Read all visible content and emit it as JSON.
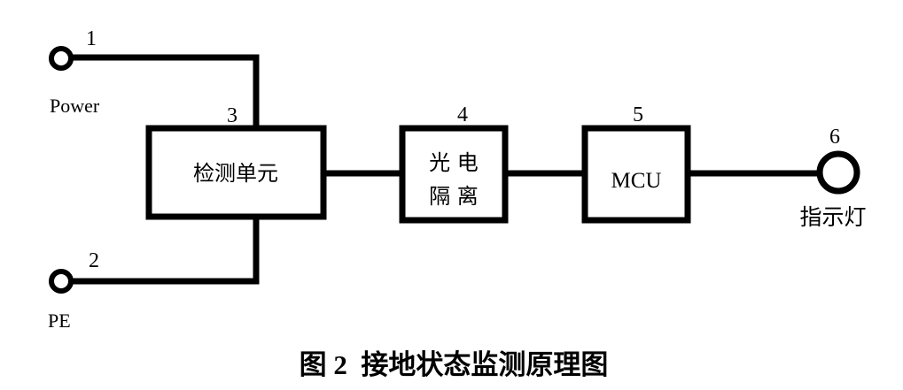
{
  "terminals": {
    "power": {
      "number": "1",
      "label": "Power"
    },
    "pe": {
      "number": "2",
      "label": "PE"
    },
    "indicator": {
      "number": "6",
      "label": "指示灯"
    }
  },
  "blocks": {
    "detection": {
      "number": "3",
      "label": "检测单元"
    },
    "optocoupler": {
      "number": "4",
      "line1": "光 电",
      "line2": "隔 离"
    },
    "mcu": {
      "number": "5",
      "label": "MCU"
    }
  },
  "caption": "图 2  接地状态监测原理图"
}
